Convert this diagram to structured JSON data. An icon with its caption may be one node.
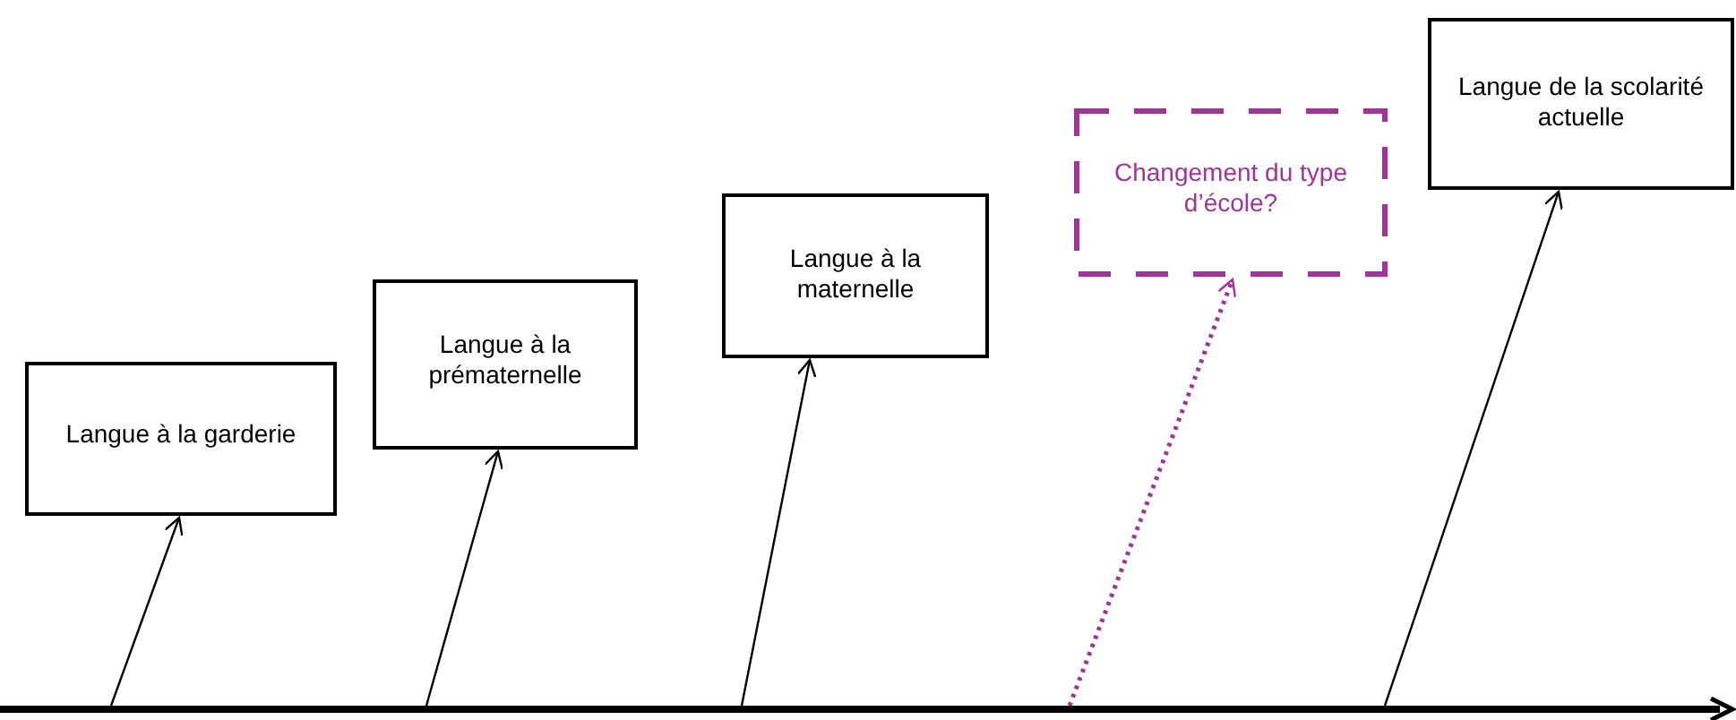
{
  "diagram": {
    "nodes": [
      {
        "text": [
          "Langue à la garderie"
        ]
      },
      {
        "text": [
          "Langue à la prématernelle"
        ]
      },
      {
        "text": [
          "Langue à la maternelle"
        ]
      },
      {
        "text": [
          "Changement du type d’école?"
        ]
      },
      {
        "text": [
          "Langue de la scolarité actuelle"
        ]
      }
    ],
    "edges": [
      {
        "from": null,
        "to": 0,
        "arrow": "to"
      },
      {
        "from": null,
        "to": 1,
        "arrow": "to"
      },
      {
        "from": null,
        "to": 2,
        "arrow": "to"
      },
      {
        "from": null,
        "to": 3,
        "arrow": "to",
        "style": "dashed",
        "color": "#a3329a"
      },
      {
        "from": null,
        "to": 4,
        "arrow": "to"
      }
    ]
  }
}
